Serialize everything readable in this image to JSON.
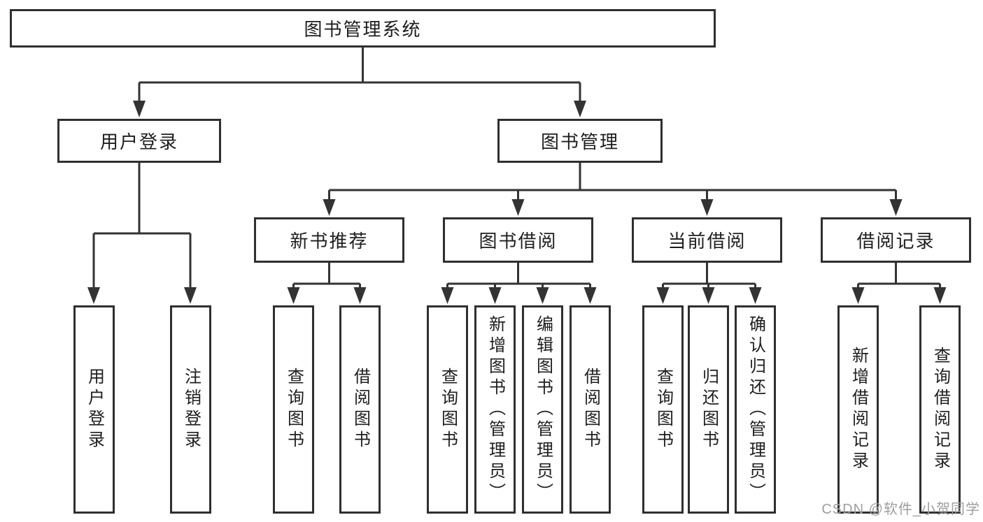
{
  "colors": {
    "line": "#333333",
    "box_border": "#2f2f2f",
    "text": "#1e1e1e",
    "background": "#ffffff",
    "watermark": "#9e9e9e"
  },
  "tree": {
    "root": {
      "label": "图书管理系统"
    },
    "level2": [
      {
        "label": "用户登录",
        "leaves": [
          {
            "label": "用户登录"
          },
          {
            "label": "注销登录"
          }
        ]
      },
      {
        "label": "图书管理",
        "groups": [
          {
            "label": "新书推荐",
            "leaves": [
              {
                "label": "查询图书"
              },
              {
                "label": "借阅图书"
              }
            ]
          },
          {
            "label": "图书借阅",
            "leaves": [
              {
                "label": "查询图书"
              },
              {
                "label": "新增图书（管理员）"
              },
              {
                "label": "编辑图书（管理员）"
              },
              {
                "label": "借阅图书"
              }
            ]
          },
          {
            "label": "当前借阅",
            "leaves": [
              {
                "label": "查询图书"
              },
              {
                "label": "归还图书"
              },
              {
                "label": "确认归还（管理员）"
              }
            ]
          },
          {
            "label": "借阅记录",
            "leaves": [
              {
                "label": "新增借阅记录"
              },
              {
                "label": "查询借阅记录"
              }
            ]
          }
        ]
      }
    ]
  },
  "watermark": {
    "text": "CSDN @软件_小贺同学"
  }
}
